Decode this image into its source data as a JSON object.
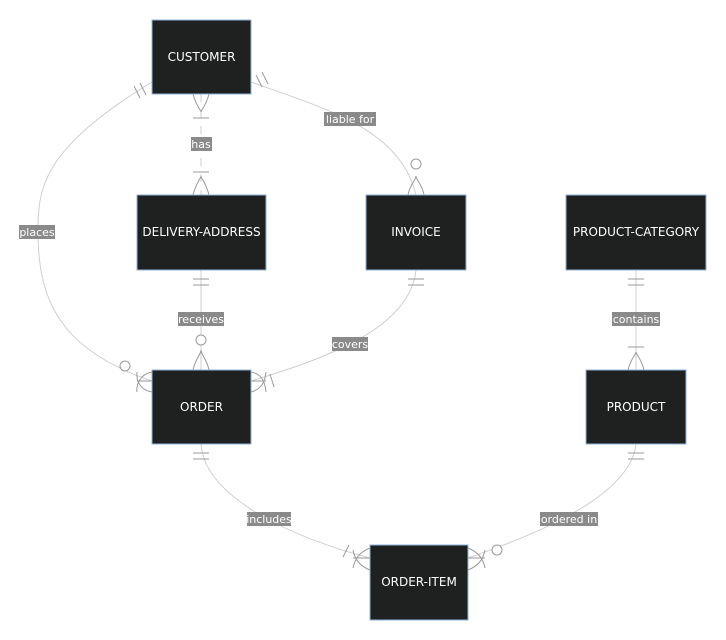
{
  "entities": {
    "customer": "CUSTOMER",
    "delivery_address": "DELIVERY-ADDRESS",
    "invoice": "INVOICE",
    "product_category": "PRODUCT-CATEGORY",
    "order": "ORDER",
    "product": "PRODUCT",
    "order_item": "ORDER-ITEM"
  },
  "relationships": {
    "places": "places",
    "has": "has",
    "liable_for": "liable for",
    "receives": "receives",
    "covers": "covers",
    "contains": "contains",
    "includes": "includes",
    "ordered_in": "ordered in"
  }
}
